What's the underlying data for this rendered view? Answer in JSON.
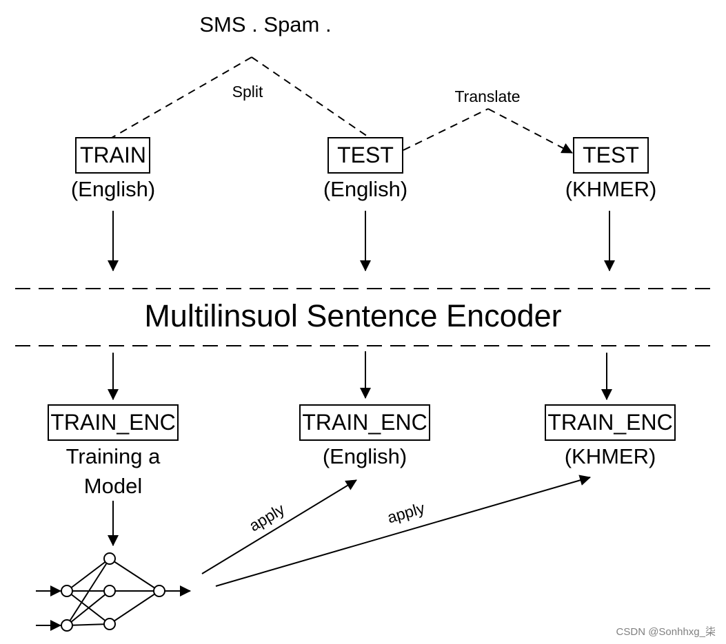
{
  "source_label": "SMS . Spam .",
  "split_label": "Split",
  "translate_label": "Translate",
  "top_boxes": [
    {
      "name": "train",
      "box": "TRAIN",
      "sub": "(English)"
    },
    {
      "name": "test-english",
      "box": "TEST",
      "sub": "(English)"
    },
    {
      "name": "test-khmer",
      "box": "TEST",
      "sub": "(KHMER)"
    }
  ],
  "encoder_label": "Multilinsuol Sentence Encoder",
  "bottom_boxes": [
    {
      "name": "train-enc",
      "box": "TRAIN_ENC",
      "sub1": "Training a",
      "sub2": "Model"
    },
    {
      "name": "test-enc-english",
      "box": "TRAIN_ENC",
      "sub1": "(English)"
    },
    {
      "name": "test-enc-khmer",
      "box": "TRAIN_ENC",
      "sub1": "(KHMER)"
    }
  ],
  "apply_labels": [
    "apply",
    "apply"
  ],
  "watermark": "CSDN @Sonhhxg_柒"
}
